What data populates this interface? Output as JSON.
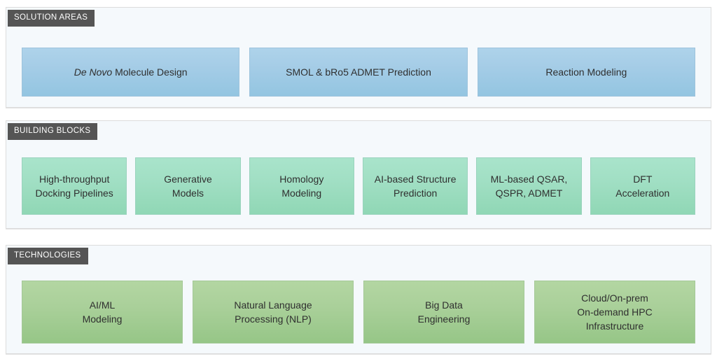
{
  "palette": {
    "page_background": "#ffffff",
    "panel_background": "#f5f9fc",
    "panel_border": "#dcdcdc",
    "label_tag_background": "#555555",
    "label_tag_text": "#ffffff",
    "box_text": "#2f2f2f",
    "solution_box_top": "#aed3ea",
    "solution_box_bottom": "#93c5e1",
    "building_box_top": "#a9e4cb",
    "building_box_bottom": "#90d7b5",
    "technology_box_top": "#b3d6a2",
    "technology_box_bottom": "#96c687"
  },
  "sections": [
    {
      "id": "solution-areas",
      "label": "SOLUTION AREAS",
      "box_style": "box-blue",
      "items": [
        {
          "lines": [
            "De Novo Molecule Design"
          ],
          "italic_prefix": "De Novo",
          "rest": " Molecule Design"
        },
        {
          "lines": [
            "SMOL & bRo5 ADMET Prediction"
          ]
        },
        {
          "lines": [
            "Reaction Modeling"
          ]
        }
      ]
    },
    {
      "id": "building-blocks",
      "label": "BUILDING BLOCKS",
      "box_style": "box-mint",
      "items": [
        {
          "lines": [
            "High-throughput",
            "Docking Pipelines"
          ]
        },
        {
          "lines": [
            "Generative",
            "Models"
          ]
        },
        {
          "lines": [
            "Homology",
            "Modeling"
          ]
        },
        {
          "lines": [
            "AI-based Structure",
            "Prediction"
          ]
        },
        {
          "lines": [
            "ML-based QSAR,",
            "QSPR, ADMET"
          ]
        },
        {
          "lines": [
            "DFT",
            "Acceleration"
          ]
        }
      ]
    },
    {
      "id": "technologies",
      "label": "TECHNOLOGIES",
      "box_style": "box-sage",
      "items": [
        {
          "lines": [
            "AI/ML",
            "Modeling"
          ]
        },
        {
          "lines": [
            "Natural Language",
            "Processing (NLP)"
          ]
        },
        {
          "lines": [
            "Big Data",
            "Engineering"
          ]
        },
        {
          "lines": [
            "Cloud/On-prem",
            "On-demand HPC",
            "Infrastructure"
          ]
        }
      ]
    }
  ]
}
